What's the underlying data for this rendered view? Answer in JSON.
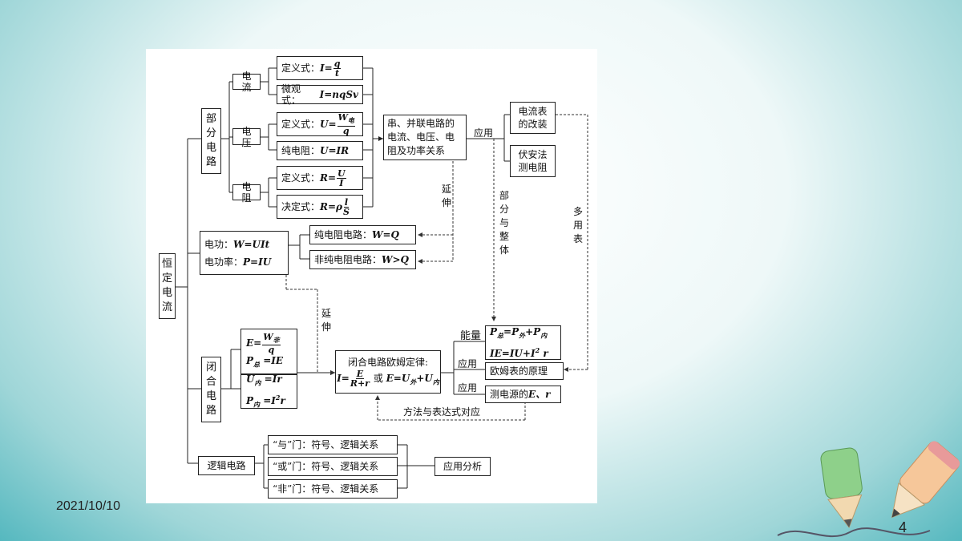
{
  "root": "恒定电流",
  "part_circuit": "部分电路",
  "closed_circuit": "闭合电路",
  "current": "电流",
  "voltage": "电压",
  "resistance": "电阻",
  "def_label": "定义式：",
  "micro_label": "微观式：",
  "micro_formula": "I=nqSv",
  "pure_res_label": "纯电阻：",
  "pure_res_formula": "U=IR",
  "decide_label": "决定式：",
  "series_parallel": "串、并联电路的电流、电压、电阻及功率关系",
  "apply": "应用",
  "ammeter_mod": "电流表的改装",
  "voltammetry": "伏安法测电阻",
  "extend": "延伸",
  "part_whole": "部分与整体",
  "multimeter": "多用表",
  "elec_work": "电功：",
  "elec_work_formula": "W=UIt",
  "elec_power": "电功率：",
  "elec_power_formula": "P=IU",
  "pure_circuit": "纯电阻电路：",
  "pure_circuit_formula": "W=Q",
  "nonpure_circuit": "非纯电阻电路：",
  "nonpure_circuit_formula": "W>Q",
  "ohm_title": "闭合电路欧姆定律:",
  "or": "或",
  "energy": "能量",
  "ohmmeter": "欧姆表的原理",
  "measure_source": "测电源的",
  "measure_source_vars": "E、r",
  "method_expr": "方法与表达式对应",
  "logic_circuit": "逻辑电路",
  "and_gate": "“与”门：符号、逻辑关系",
  "or_gate": "“或”门：符号、逻辑关系",
  "not_gate": "“非”门：符号、逻辑关系",
  "app_analysis": "应用分析",
  "date": "2021/10/10",
  "page_number": "4"
}
